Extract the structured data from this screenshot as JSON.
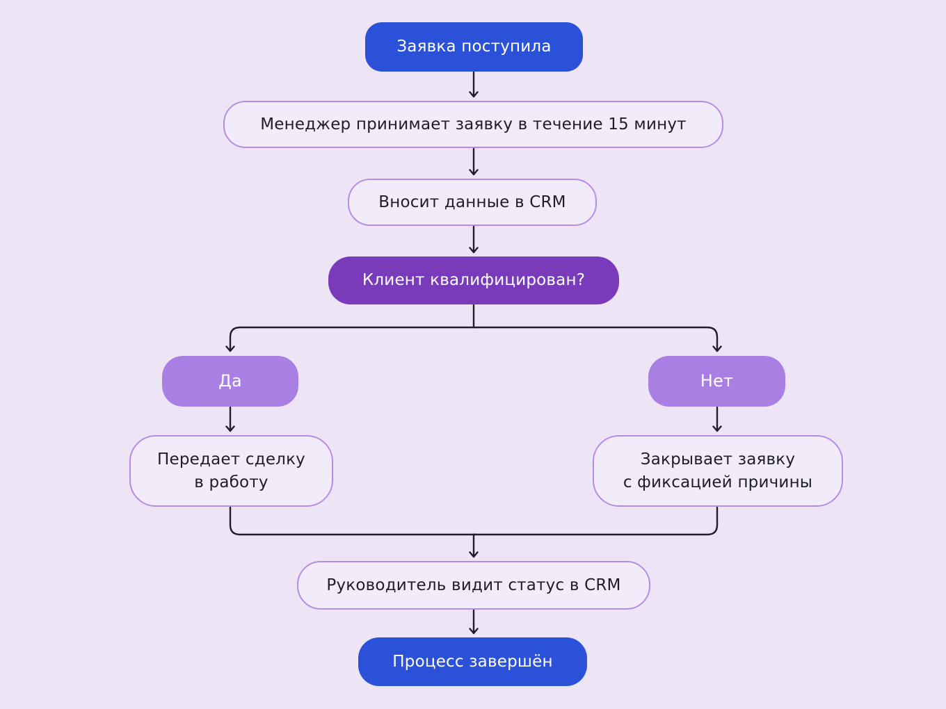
{
  "diagram": {
    "type": "flowchart",
    "language": "ru",
    "background": "#EDE4F6",
    "colors": {
      "terminal_blue": "#2A51D8",
      "decision_purple": "#7A3BBB",
      "branch_light_purple": "#A97FE4",
      "process_border": "#B78CE4",
      "process_fill": "#F2EBFA",
      "text_dark": "#211D28",
      "text_light": "#FFFFFF",
      "connector": "#211D28"
    },
    "nodes": [
      {
        "id": "start",
        "kind": "terminal",
        "label": "Заявка поступила"
      },
      {
        "id": "manager-accepts",
        "kind": "process",
        "label": "Менеджер принимает заявку в течение 15 минут"
      },
      {
        "id": "enter-crm",
        "kind": "process",
        "label": "Вносит данные в CRM"
      },
      {
        "id": "qualified",
        "kind": "decision",
        "label": "Клиент квалифицирован?"
      },
      {
        "id": "branch-yes",
        "kind": "branch",
        "label": "Да"
      },
      {
        "id": "branch-no",
        "kind": "branch",
        "label": "Нет"
      },
      {
        "id": "handoff-deal",
        "kind": "process",
        "label": "Передает сделку\nв работу"
      },
      {
        "id": "close-request",
        "kind": "process",
        "label": "Закрывает заявку\nс фиксацией причины"
      },
      {
        "id": "status-crm",
        "kind": "process",
        "label": "Руководитель видит статус в CRM"
      },
      {
        "id": "end",
        "kind": "terminal",
        "label": "Процесс завершён"
      }
    ],
    "edges": [
      {
        "from": "start",
        "to": "manager-accepts"
      },
      {
        "from": "manager-accepts",
        "to": "enter-crm"
      },
      {
        "from": "enter-crm",
        "to": "qualified"
      },
      {
        "from": "qualified",
        "to": "branch-yes"
      },
      {
        "from": "qualified",
        "to": "branch-no"
      },
      {
        "from": "branch-yes",
        "to": "handoff-deal"
      },
      {
        "from": "branch-no",
        "to": "close-request"
      },
      {
        "from": "handoff-deal",
        "to": "status-crm"
      },
      {
        "from": "close-request",
        "to": "status-crm"
      },
      {
        "from": "status-crm",
        "to": "end"
      }
    ]
  }
}
